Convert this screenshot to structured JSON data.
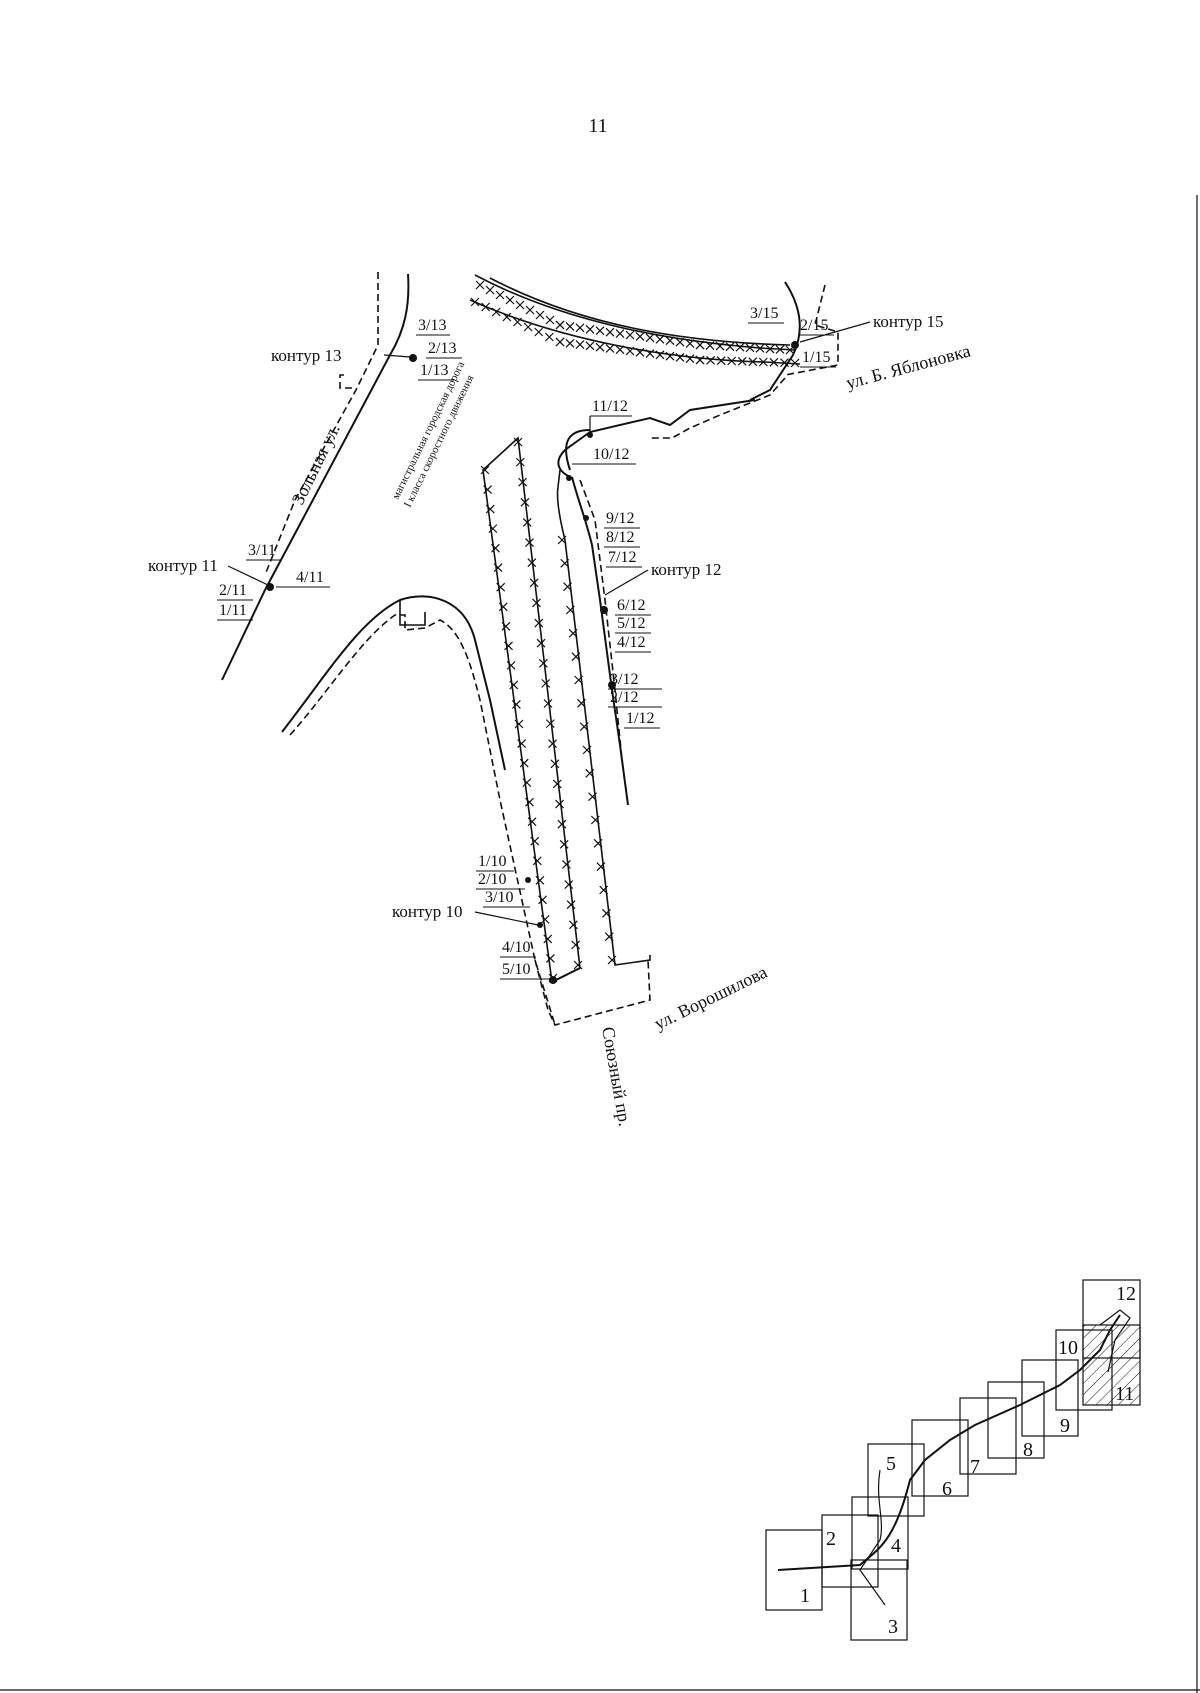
{
  "page_number": "11",
  "streets": {
    "zolnaya": "Зольная ул.",
    "yablonovka": "ул. Б. Яблоновка",
    "voroshilova": "ул. Ворошилова",
    "soyuzny": "Союзный пр."
  },
  "road_note": {
    "line1": "магистральная городская дорога",
    "line2": "I класса скоростного движения"
  },
  "contours": {
    "c10": "контур 10",
    "c11": "контур 11",
    "c12": "контур 12",
    "c13": "контур 13",
    "c15": "контур 15"
  },
  "points": {
    "p1_10": "1/10",
    "p2_10": "2/10",
    "p3_10": "3/10",
    "p4_10": "4/10",
    "p5_10": "5/10",
    "p1_11": "1/11",
    "p2_11": "2/11",
    "p3_11": "3/11",
    "p4_11": "4/11",
    "p1_12": "1/12",
    "p2_12": "2/12",
    "p3_12": "3/12",
    "p4_12": "4/12",
    "p5_12": "5/12",
    "p6_12": "6/12",
    "p7_12": "7/12",
    "p8_12": "8/12",
    "p9_12": "9/12",
    "p10_12": "10/12",
    "p11_12": "11/12",
    "p1_13": "1/13",
    "p2_13": "2/13",
    "p3_13": "3/13",
    "p1_15": "1/15",
    "p2_15": "2/15",
    "p3_15": "3/15"
  },
  "index_sheets": [
    "1",
    "2",
    "3",
    "4",
    "5",
    "6",
    "7",
    "8",
    "9",
    "10",
    "11",
    "12"
  ],
  "highlighted_sheet": "11"
}
